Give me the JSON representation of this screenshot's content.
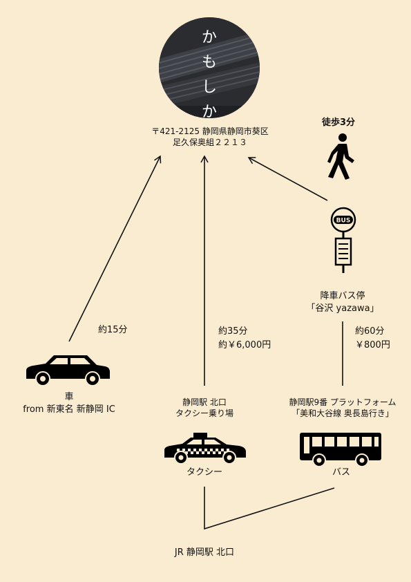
{
  "logo": {
    "text": "かもしか"
  },
  "address": {
    "line1": "〒421-2125 静岡県静岡市葵区",
    "line2": "足久保奥組２２１３"
  },
  "walk": {
    "label": "徒歩3分",
    "icon": "walking-person-icon"
  },
  "bus_stop": {
    "sign": "BUS",
    "name": "降車バス停",
    "name_sub": "「谷沢 yazawa」"
  },
  "car": {
    "time": "約15分",
    "label": "車",
    "from": "from 新東名 新静岡 IC"
  },
  "taxi": {
    "time": "約35分",
    "fare": "約￥6,000円",
    "stand1": "静岡駅 北口",
    "stand2": "タクシー乗り場",
    "label": "タクシー"
  },
  "bus": {
    "time": "約60分",
    "fare": "￥800円",
    "platform1": "静岡駅9番 プラットフォーム",
    "platform2": "「美和大谷線 奥長島行き」",
    "label": "バス"
  },
  "station": {
    "label": "JR 静岡駅 北口"
  },
  "colors": {
    "background": "#faecd1",
    "ink": "#111111"
  }
}
